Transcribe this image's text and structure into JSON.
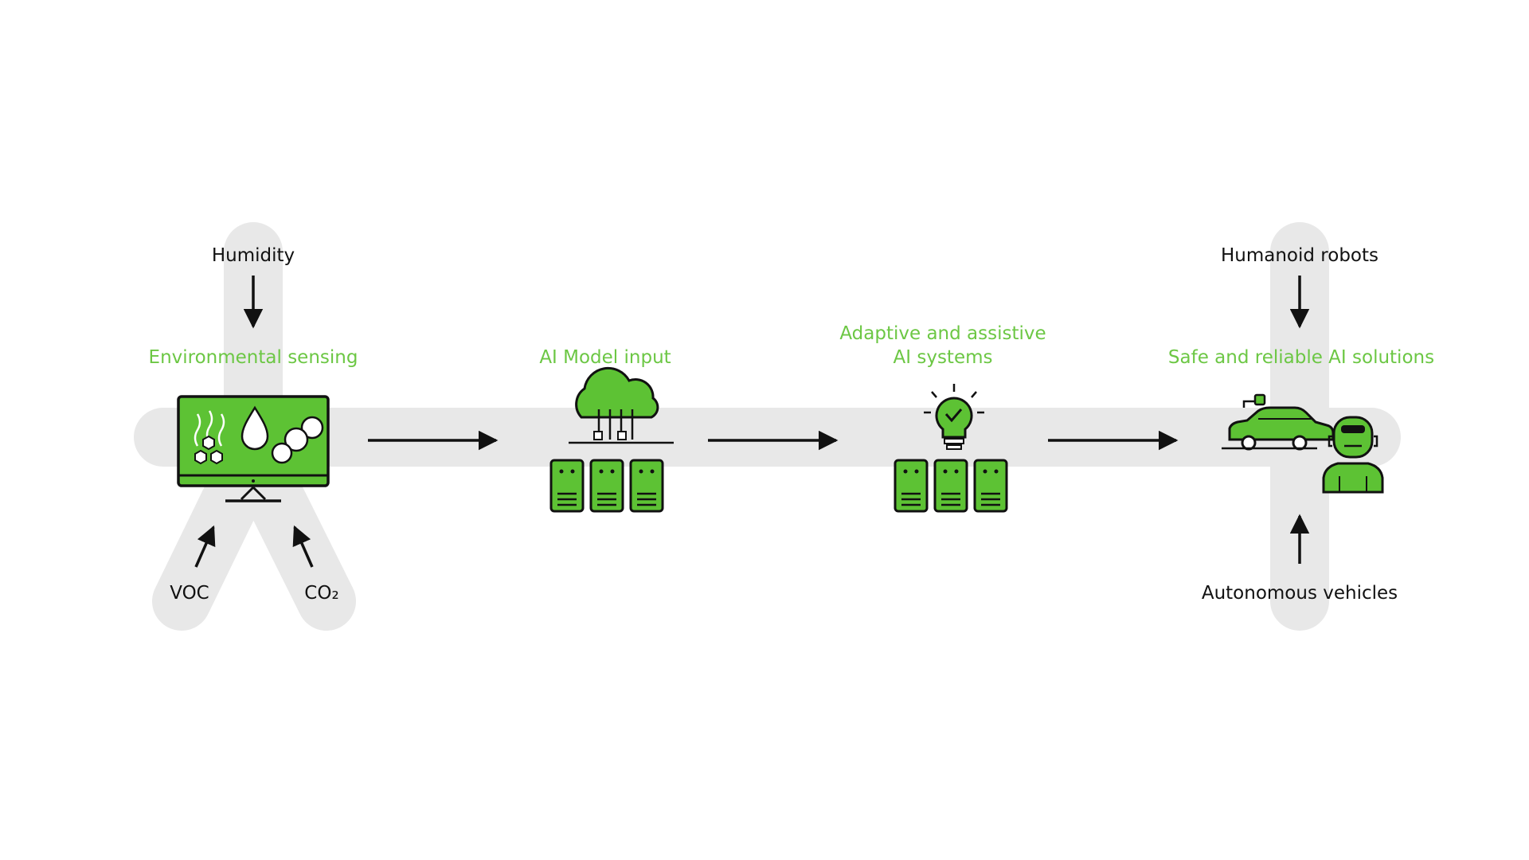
{
  "colors": {
    "accent": "#6cc744",
    "icon_fill": "#5dc234",
    "track": "#e8e8e8",
    "text": "#111111"
  },
  "stages": [
    {
      "id": "environmental-sensing",
      "title": "Environmental sensing",
      "icon": "monitor-icon"
    },
    {
      "id": "ai-model-input",
      "title": "AI Model input",
      "icon": "cloud-server-icon"
    },
    {
      "id": "adaptive-systems",
      "title_line1": "Adaptive and assistive",
      "title_line2": "AI systems",
      "icon": "lightbulb-server-icon"
    },
    {
      "id": "safe-solutions",
      "title": "Safe and reliable AI solutions",
      "icon": "car-robot-icon"
    }
  ],
  "inputs": {
    "humidity": "Humidity",
    "voc": "VOC",
    "co2": "CO₂"
  },
  "applications": {
    "humanoid_robots": "Humanoid robots",
    "autonomous_vehicles": "Autonomous vehicles"
  }
}
